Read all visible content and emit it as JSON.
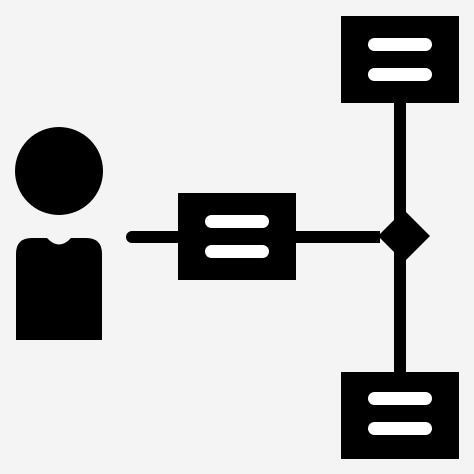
{
  "icon": {
    "name": "user-workflow-decision-icon",
    "background": "#f4f4f4",
    "foreground": "#000000",
    "detail": "#ffffff",
    "parts": [
      "user-icon",
      "connector-line",
      "process-box",
      "decision-diamond",
      "top-process-box",
      "bottom-process-box"
    ]
  }
}
